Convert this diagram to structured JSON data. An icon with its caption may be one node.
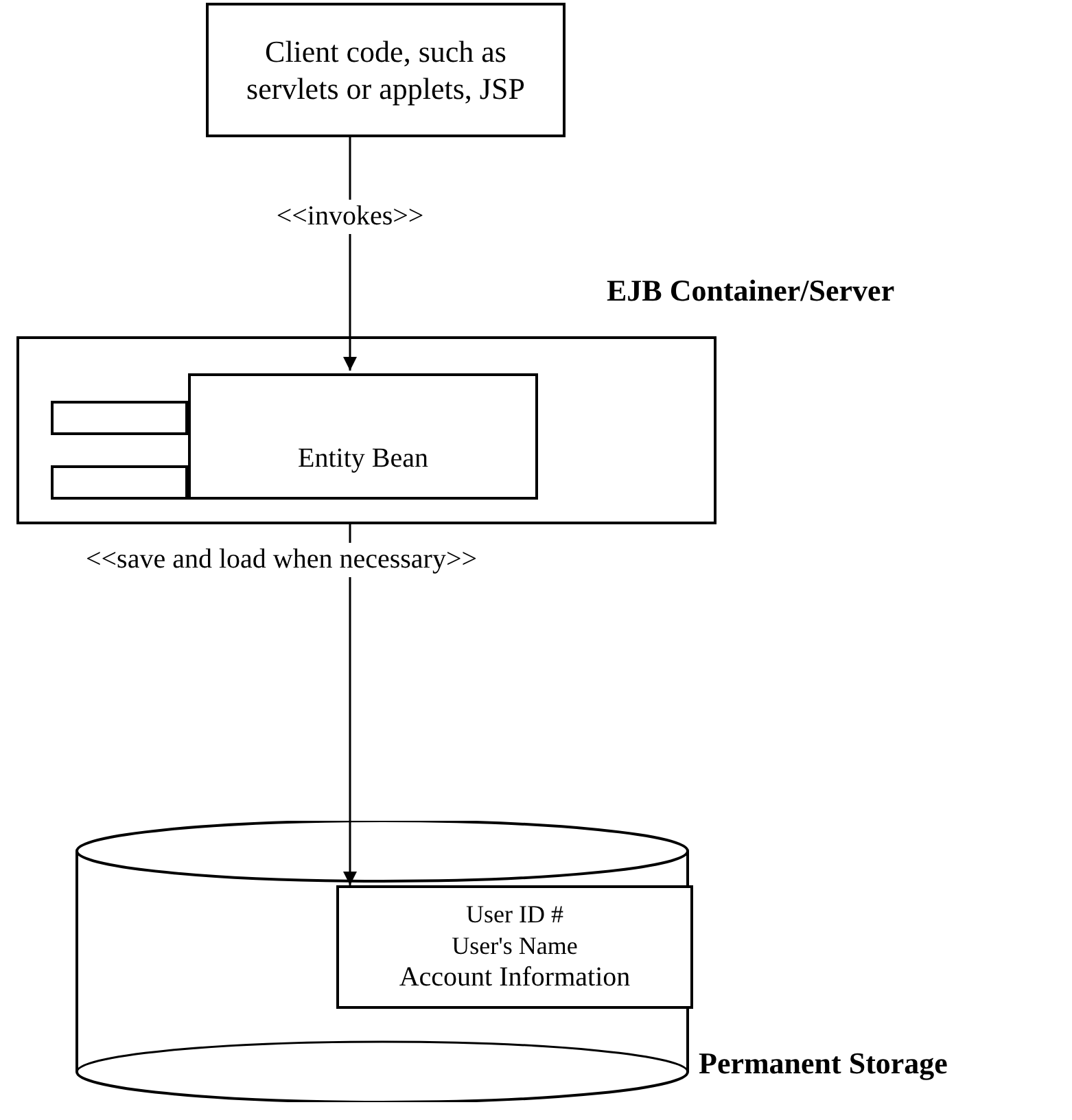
{
  "diagram": {
    "nodes": [
      {
        "text": [
          "Client code, such as servlets or applets, JSP"
        ]
      },
      {
        "text": [
          "EJB Container/Server"
        ]
      },
      {
        "text": [
          "Entity Bean"
        ],
        "in": 1
      },
      {
        "text": [],
        "shape": "box",
        "in": 1
      },
      {
        "text": [],
        "shape": "box",
        "in": 1
      },
      {
        "text": [
          "Permanent Storage"
        ]
      },
      {
        "text": [
          "User ID #",
          "User's Name",
          "Account Information"
        ],
        "in": 5
      }
    ],
    "edges": [
      {
        "from": 0,
        "to": 2,
        "arrow": "to",
        "label": "<<invokes>>"
      },
      {
        "from": 1,
        "to": 6,
        "arrow": "to",
        "label": "<<save and load when necessary>>"
      }
    ]
  }
}
